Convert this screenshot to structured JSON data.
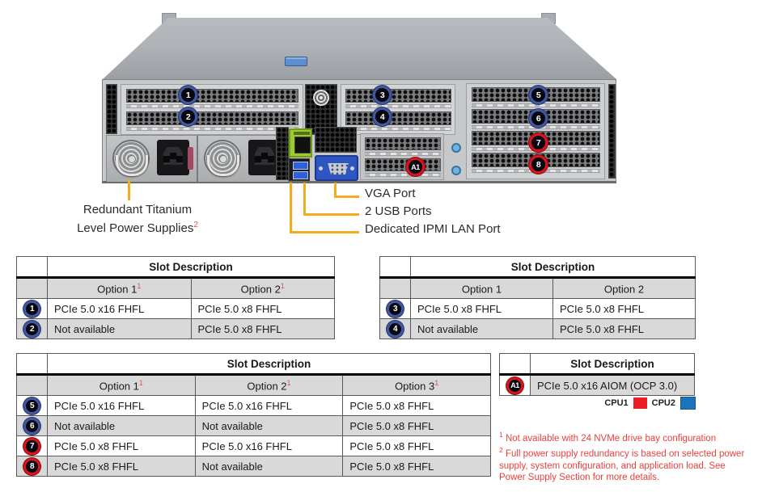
{
  "diagram": {
    "psu_label_line1": "Redundant Titanium",
    "psu_label_line2": "Level Power Supplies",
    "psu_label_sup": "2",
    "port_labels": {
      "vga": "VGA Port",
      "usb": "2 USB Ports",
      "ipmi": "Dedicated IPMI LAN Port"
    },
    "callouts": [
      {
        "label": "1",
        "cpu": "cpu2"
      },
      {
        "label": "2",
        "cpu": "cpu2"
      },
      {
        "label": "3",
        "cpu": "cpu2"
      },
      {
        "label": "4",
        "cpu": "cpu2"
      },
      {
        "label": "5",
        "cpu": "cpu2"
      },
      {
        "label": "6",
        "cpu": "cpu2"
      },
      {
        "label": "7",
        "cpu": "cpu1"
      },
      {
        "label": "8",
        "cpu": "cpu1"
      },
      {
        "label": "A1",
        "cpu": "cpu1"
      }
    ]
  },
  "tables": [
    {
      "header": "Slot Description",
      "columns": [
        "Option 1",
        "Option 2"
      ],
      "column_sups": [
        "1",
        "1"
      ],
      "rows": [
        {
          "slot": "1",
          "cpu": "cpu2",
          "cells": [
            "PCIe 5.0 x16 FHFL",
            "PCIe 5.0 x8 FHFL"
          ]
        },
        {
          "slot": "2",
          "cpu": "cpu2",
          "cells": [
            "Not available",
            "PCIe 5.0 x8 FHFL"
          ]
        }
      ]
    },
    {
      "header": "Slot Description",
      "columns": [
        "Option 1",
        "Option 2"
      ],
      "column_sups": [
        "",
        ""
      ],
      "rows": [
        {
          "slot": "3",
          "cpu": "cpu2",
          "cells": [
            "PCIe 5.0 x8 FHFL",
            "PCIe 5.0 x8 FHFL"
          ]
        },
        {
          "slot": "4",
          "cpu": "cpu2",
          "cells": [
            "Not available",
            "PCIe 5.0 x8 FHFL"
          ]
        }
      ]
    },
    {
      "header": "Slot Description",
      "columns": [
        "Option 1",
        "Option 2",
        "Option 3"
      ],
      "column_sups": [
        "1",
        "1",
        "1"
      ],
      "rows": [
        {
          "slot": "5",
          "cpu": "cpu2",
          "cells": [
            "PCIe 5.0 x16 FHFL",
            "PCIe 5.0 x16 FHFL",
            "PCIe 5.0 x8 FHFL"
          ]
        },
        {
          "slot": "6",
          "cpu": "cpu2",
          "cells": [
            "Not available",
            "Not available",
            "PCIe 5.0 x8 FHFL"
          ]
        },
        {
          "slot": "7",
          "cpu": "cpu1",
          "cells": [
            "PCIe 5.0 x8 FHFL",
            "PCIe 5.0 x16 FHFL",
            "PCIe 5.0 x8 FHFL"
          ]
        },
        {
          "slot": "8",
          "cpu": "cpu1",
          "cells": [
            "PCIe 5.0 x8 FHFL",
            "Not available",
            "PCIe 5.0 x8 FHFL"
          ]
        }
      ]
    },
    {
      "header": "Slot Description",
      "rows": [
        {
          "slot": "A1",
          "cpu": "cpu1",
          "cells": [
            "PCIe 5.0 x16 AIOM (OCP 3.0)"
          ]
        }
      ]
    }
  ],
  "legend": {
    "cpu1_label": "CPU1",
    "cpu2_label": "CPU2",
    "cpu1_color": "#EC1C24",
    "cpu2_color": "#1C75BC"
  },
  "footnotes": [
    {
      "sup": "1",
      "text": "Not available with 24 NVMe drive bay configuration"
    },
    {
      "sup": "2",
      "text": "Full power supply redundancy is based on selected power supply, system configuration, and application load. See Power Supply Section for more details."
    }
  ],
  "colors": {
    "callout_line": "#F2AC1C",
    "cpu1_ring": "#D6161E",
    "cpu2_ring": "#4458A0",
    "footnote_text": "#E8413C"
  }
}
